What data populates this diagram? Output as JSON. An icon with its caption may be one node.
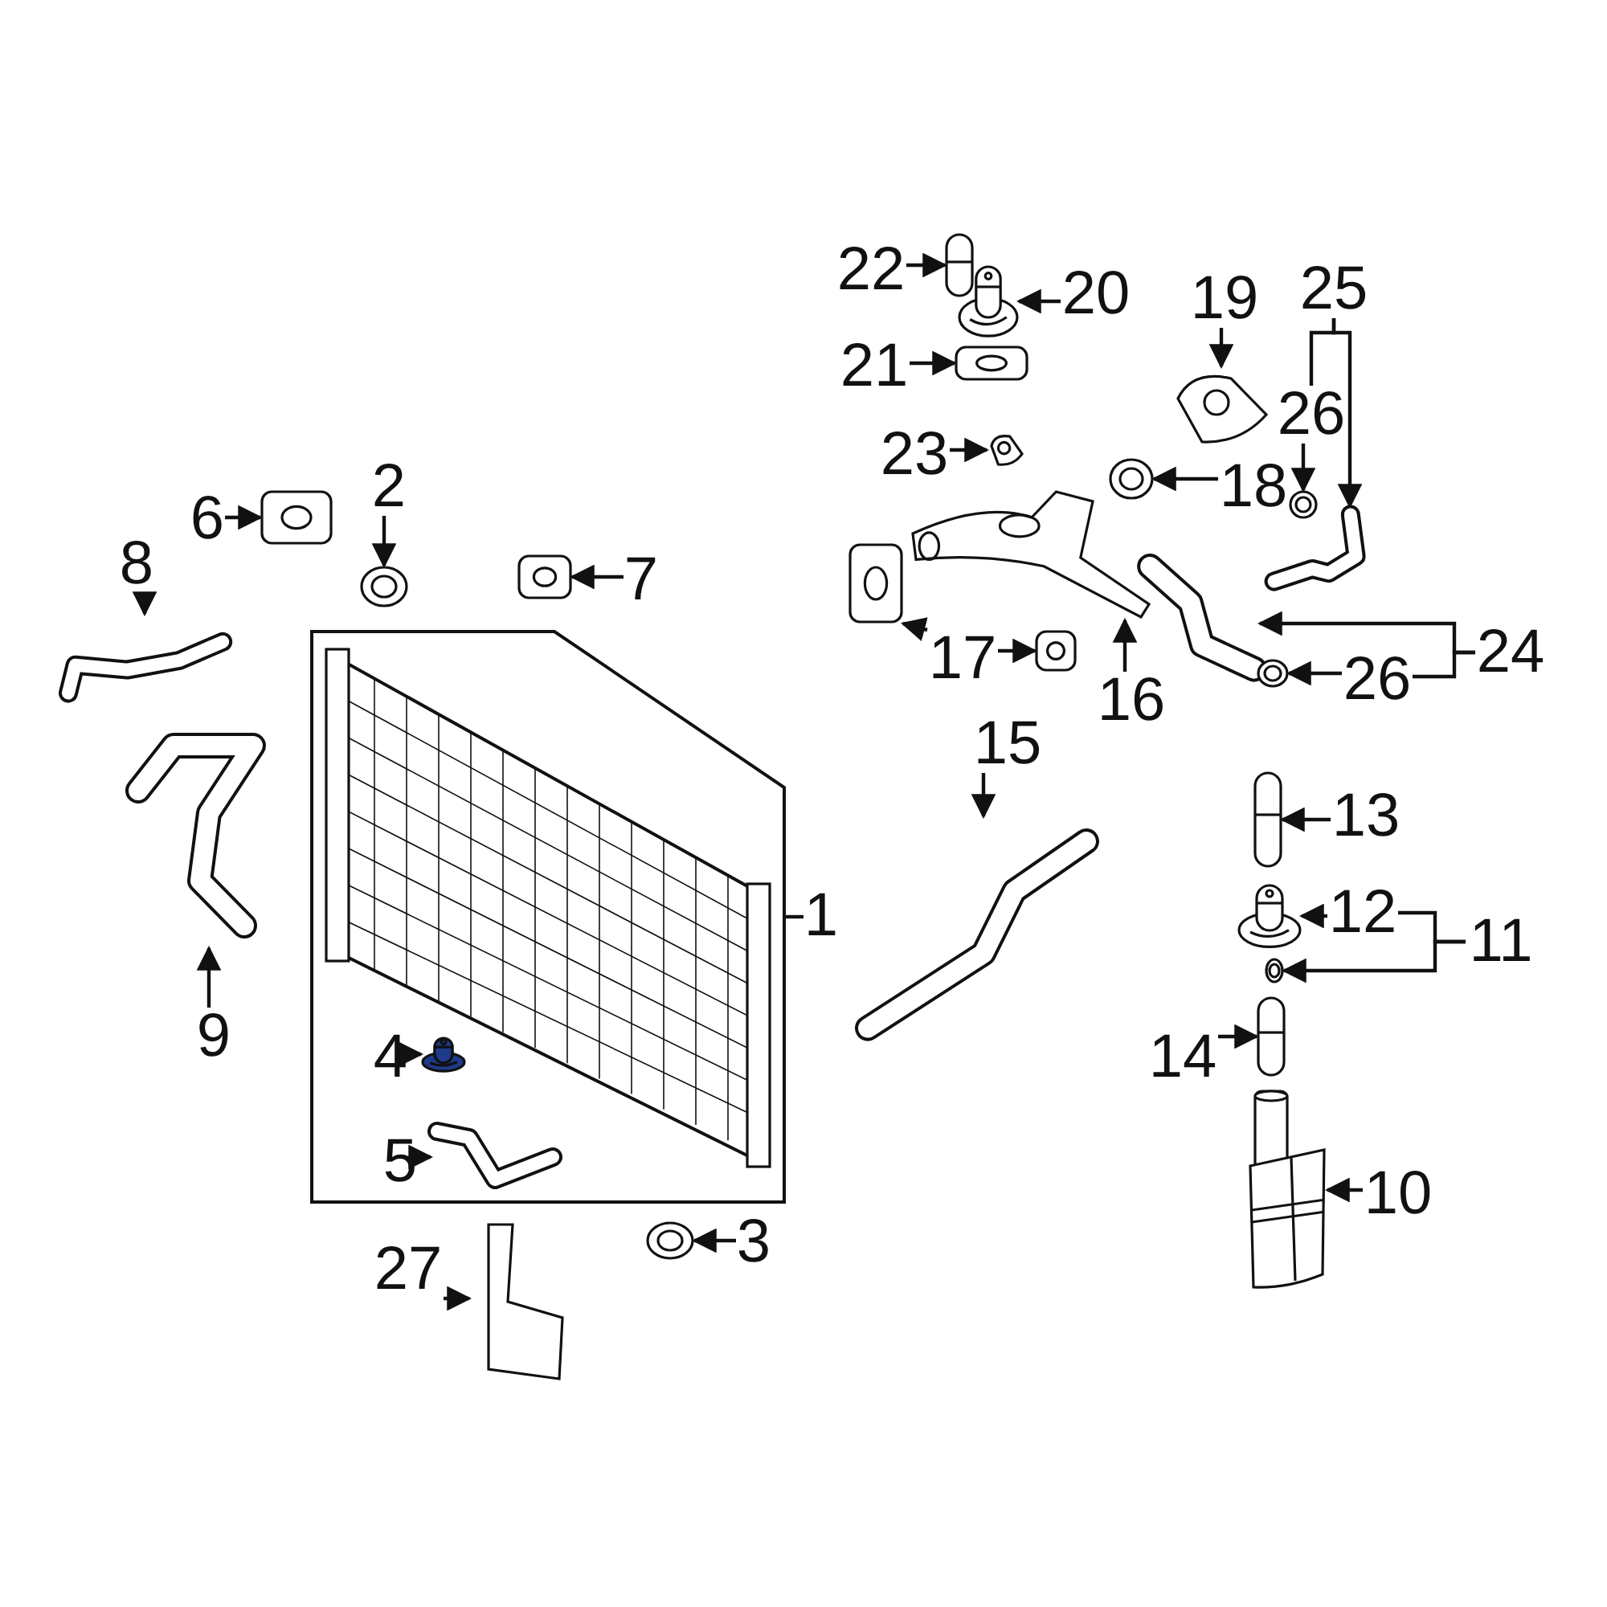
{
  "diagram": {
    "nodes": [
      {
        "text": [
          "22"
        ]
      },
      {
        "text": [],
        "shape": "picture"
      },
      {
        "text": [
          "20"
        ]
      },
      {
        "text": [],
        "shape": "picture"
      },
      {
        "text": [
          "21"
        ]
      },
      {
        "text": [],
        "shape": "picture"
      },
      {
        "text": [
          "19"
        ]
      },
      {
        "text": [],
        "shape": "picture"
      },
      {
        "text": [
          "25"
        ]
      },
      {
        "text": [
          "26"
        ]
      },
      {
        "text": [],
        "shape": "picture"
      },
      {
        "text": [],
        "shape": "picture"
      },
      {
        "text": [
          "23"
        ]
      },
      {
        "text": [],
        "shape": "picture"
      },
      {
        "text": [
          "18"
        ]
      },
      {
        "text": [],
        "shape": "picture"
      },
      {
        "text": [
          "6"
        ]
      },
      {
        "text": [],
        "shape": "picture"
      },
      {
        "text": [
          "2"
        ]
      },
      {
        "text": [],
        "shape": "picture"
      },
      {
        "text": [
          "7"
        ]
      },
      {
        "text": [],
        "shape": "picture"
      },
      {
        "text": [
          "8"
        ]
      },
      {
        "text": [],
        "shape": "picture"
      },
      {
        "text": [
          "17"
        ]
      },
      {
        "text": [],
        "shape": "picture"
      },
      {
        "text": [],
        "shape": "picture"
      },
      {
        "text": [],
        "shape": "picture"
      },
      {
        "text": [
          "16"
        ]
      },
      {
        "text": [],
        "shape": "picture"
      },
      {
        "text": [
          "26"
        ]
      },
      {
        "text": [],
        "shape": "picture"
      },
      {
        "text": [
          "24"
        ]
      },
      {
        "text": [
          "15"
        ]
      },
      {
        "text": [],
        "shape": "picture"
      },
      {
        "text": [
          "13"
        ]
      },
      {
        "text": [],
        "shape": "picture"
      },
      {
        "text": [
          "12"
        ]
      },
      {
        "text": [],
        "shape": "picture"
      },
      {
        "text": [
          "11"
        ]
      },
      {
        "text": [],
        "shape": "picture"
      },
      {
        "text": [
          "14"
        ]
      },
      {
        "text": [],
        "shape": "picture"
      },
      {
        "text": [
          "10"
        ]
      },
      {
        "text": [],
        "shape": "picture"
      },
      {
        "text": [
          "1"
        ]
      },
      {
        "text": [],
        "shape": "box"
      },
      {
        "text": [
          "4"
        ],
        "in": 46
      },
      {
        "text": [],
        "shape": "picture",
        "in": 46
      },
      {
        "text": [
          "5"
        ],
        "in": 46
      },
      {
        "text": [],
        "shape": "picture",
        "in": 46
      },
      {
        "text": [
          "9"
        ]
      },
      {
        "text": [],
        "shape": "picture"
      },
      {
        "text": [
          "27"
        ]
      },
      {
        "text": [],
        "shape": "picture"
      },
      {
        "text": [
          "3"
        ]
      },
      {
        "text": [],
        "shape": "picture"
      }
    ],
    "edges": [
      {
        "from": 0,
        "to": 1,
        "arrow": "to"
      },
      {
        "from": 2,
        "to": 3,
        "arrow": "to"
      },
      {
        "from": 4,
        "to": 5,
        "arrow": "to"
      },
      {
        "from": 6,
        "to": 7,
        "arrow": "to"
      },
      {
        "from": 8,
        "to": 11,
        "arrow": "to"
      },
      {
        "from": 8,
        "to": 9,
        "arrow": "none"
      },
      {
        "from": 9,
        "to": 10,
        "arrow": "to"
      },
      {
        "from": 12,
        "to": 13,
        "arrow": "to"
      },
      {
        "from": 14,
        "to": 15,
        "arrow": "to"
      },
      {
        "from": 16,
        "to": 17,
        "arrow": "to"
      },
      {
        "from": 18,
        "to": 19,
        "arrow": "to"
      },
      {
        "from": 20,
        "to": 21,
        "arrow": "to"
      },
      {
        "from": 22,
        "to": 23,
        "arrow": "to"
      },
      {
        "from": 24,
        "to": 25,
        "arrow": "to"
      },
      {
        "from": 24,
        "to": 27,
        "arrow": "to"
      },
      {
        "from": 28,
        "to": 26,
        "arrow": "to"
      },
      {
        "from": 32,
        "to": 29,
        "arrow": "to"
      },
      {
        "from": 32,
        "to": 30,
        "arrow": "none"
      },
      {
        "from": 30,
        "to": 31,
        "arrow": "to"
      },
      {
        "from": 33,
        "to": 34,
        "arrow": "to"
      },
      {
        "from": 35,
        "to": 36,
        "arrow": "to"
      },
      {
        "from": 37,
        "to": 38,
        "arrow": "to"
      },
      {
        "from": 39,
        "to": 37,
        "arrow": "none"
      },
      {
        "from": 39,
        "to": 40,
        "arrow": "to"
      },
      {
        "from": 41,
        "to": 42,
        "arrow": "to"
      },
      {
        "from": 43,
        "to": 44,
        "arrow": "to"
      },
      {
        "from": 45,
        "to": 46,
        "arrow": "none"
      },
      {
        "from": 47,
        "to": 48,
        "arrow": "to"
      },
      {
        "from": 49,
        "to": 50,
        "arrow": "to"
      },
      {
        "from": 51,
        "to": 52,
        "arrow": "to"
      },
      {
        "from": 53,
        "to": 54,
        "arrow": "to"
      },
      {
        "from": 55,
        "to": 56,
        "arrow": "to"
      }
    ]
  }
}
